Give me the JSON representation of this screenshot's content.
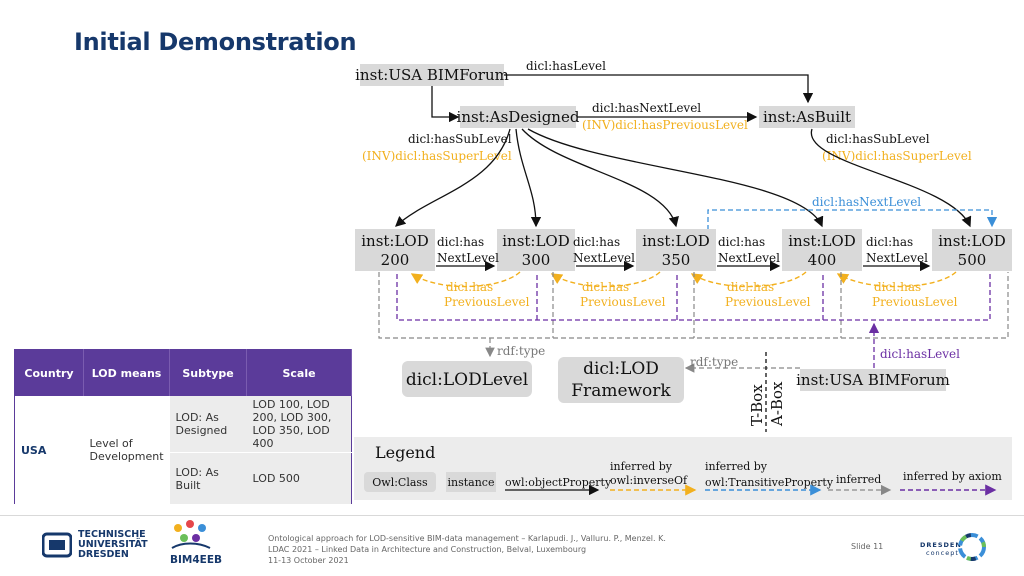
{
  "slide": {
    "title": "Initial Demonstration",
    "footer_lines": [
      "Ontological approach for LOD-sensitive BIM-data management – Karlapudi. J., Valluru. P., Menzel. K.",
      "LDAC 2021 – Linked Data in Architecture and Construction, Belval, Luxembourg",
      "11-13 October 2021"
    ],
    "slide_number": "Slide 11",
    "tud_logo": [
      "TECHNISCHE",
      "UNIVERSITÄT",
      "DRESDEN"
    ],
    "bim_logo": "BIM4EEB",
    "dd_logo": [
      "DRESDEN",
      "concept"
    ]
  },
  "diagram": {
    "nodes": {
      "usa_top": "inst:USA BIMForum",
      "as_designed": "inst:AsDesigned",
      "as_built": "inst:AsBuilt",
      "lod200": [
        "inst:LOD",
        "200"
      ],
      "lod300": [
        "inst:LOD",
        "300"
      ],
      "lod350": [
        "inst:LOD",
        "350"
      ],
      "lod400": [
        "inst:LOD",
        "400"
      ],
      "lod500": [
        "inst:LOD",
        "500"
      ],
      "lodlevel": "dicl:LODLevel",
      "framework": [
        "dicl:LOD",
        "Framework"
      ],
      "usa_bottom": "inst:USA BIMForum"
    },
    "labels": {
      "has_level_top": "dicl:hasLevel",
      "has_next_level": "dicl:hasNextLevel",
      "inv_has_previous_level": "(INV)dicl:hasPreviousLevel",
      "has_sub_level": "dicl:hasSubLevel",
      "inv_has_super_level": "(INV)dicl:hasSuperLevel",
      "has_next_level_blue": "dicl:hasNextLevel",
      "dicl_has": "dicl:has",
      "next_level": "NextLevel",
      "previous_level": "PreviousLevel",
      "rdf_type": "rdf:type",
      "has_level_purple": "dicl:hasLevel",
      "tbox": "T-Box",
      "abox": "A-Box"
    },
    "legend": {
      "title": "Legend",
      "owl_class": "Owl:Class",
      "instance": "instance",
      "object_property": "owl:objectProperty",
      "inverse_of": [
        "inferred by",
        "owl:inverseOf"
      ],
      "transitive": [
        "inferred by",
        "owl:TransitiveProperty"
      ],
      "inferred": "inferred",
      "by_axiom": "inferred by axiom"
    },
    "colors": {
      "node_fill": "#d9d9d9",
      "yellow": "#f2b01e",
      "blue": "#3b8fd8",
      "purple": "#6b2fa3",
      "grey": "#888888"
    }
  },
  "table": {
    "headers": [
      "Country",
      "LOD means",
      "Subtype",
      "Scale"
    ],
    "country": "USA",
    "lod_means": "Level of Development",
    "rows": [
      {
        "subtype": "LOD: As Designed",
        "scale": "LOD 100, LOD 200, LOD 300, LOD 350, LOD 400"
      },
      {
        "subtype": "LOD: As Built",
        "scale": "LOD 500"
      }
    ],
    "header_color": "#5b3b9a"
  }
}
